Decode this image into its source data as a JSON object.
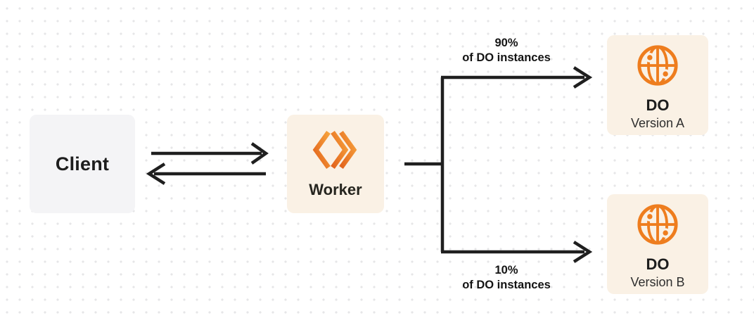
{
  "diagram": {
    "client": {
      "label": "Client"
    },
    "worker": {
      "label": "Worker",
      "icon": "workers-brackets-icon"
    },
    "branch_top": {
      "percent": "90%",
      "caption": "of DO instances"
    },
    "branch_bottom": {
      "percent": "10%",
      "caption": "of DO instances"
    },
    "do_version_a": {
      "title": "DO",
      "subtitle": "Version A",
      "icon": "globe-icon"
    },
    "do_version_b": {
      "title": "DO",
      "subtitle": "Version B",
      "icon": "globe-icon"
    }
  },
  "colors": {
    "accent_orange": "#EE7D1E",
    "worker_gradient_dark": "#E2631C",
    "worker_gradient_light": "#F7A23C",
    "box_cream": "#FAF1E5",
    "box_gray": "#F4F4F6",
    "line_dark": "#1F1F1F",
    "dot_grid": "#E6E6E8",
    "background": "#FFFFFF"
  }
}
